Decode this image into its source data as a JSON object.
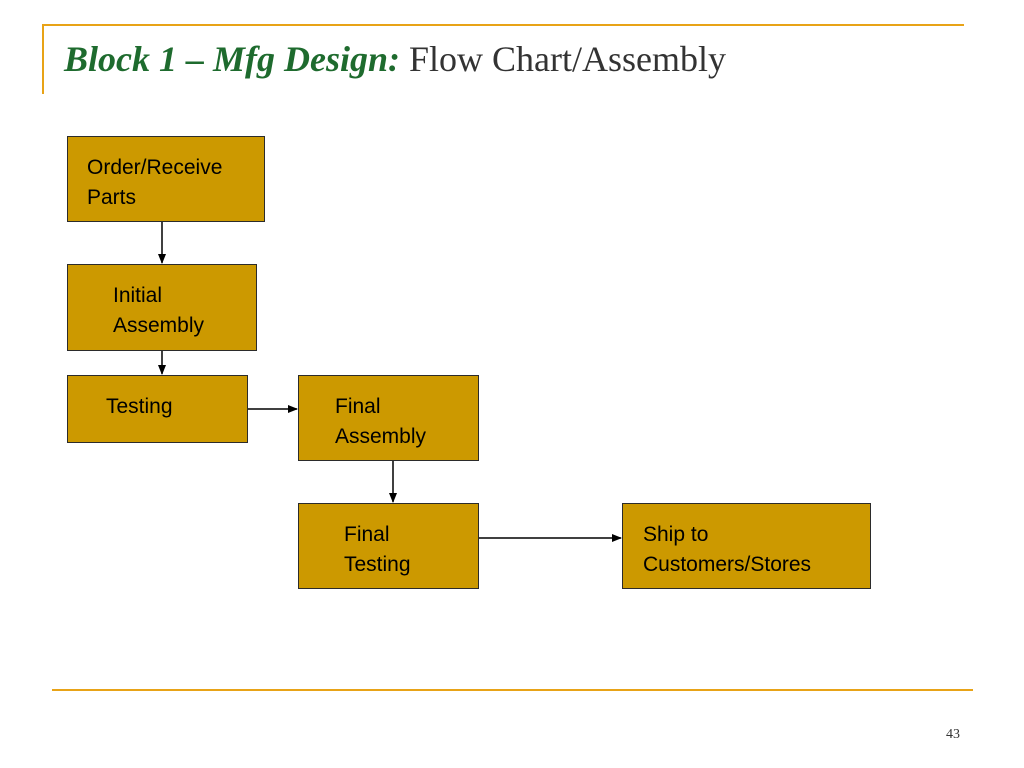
{
  "slide": {
    "title_prefix": "Block 1 – Mfg Design:",
    "title_rest": "Flow Chart/Assembly",
    "page_number": "43"
  },
  "colors": {
    "box_fill": "#cc9900",
    "title_prefix": "#1e6b2e",
    "rule": "#e8a317"
  },
  "flow": {
    "order_receive": {
      "line1": "Order/Receive",
      "line2": "Parts"
    },
    "initial_assembly": {
      "line1": "Initial",
      "line2": "Assembly"
    },
    "testing": {
      "line1": "Testing"
    },
    "final_assembly": {
      "line1": "Final",
      "line2": "Assembly"
    },
    "final_testing": {
      "line1": "Final",
      "line2": "Testing"
    },
    "ship": {
      "line1": "Ship to",
      "line2": "Customers/Stores"
    }
  }
}
